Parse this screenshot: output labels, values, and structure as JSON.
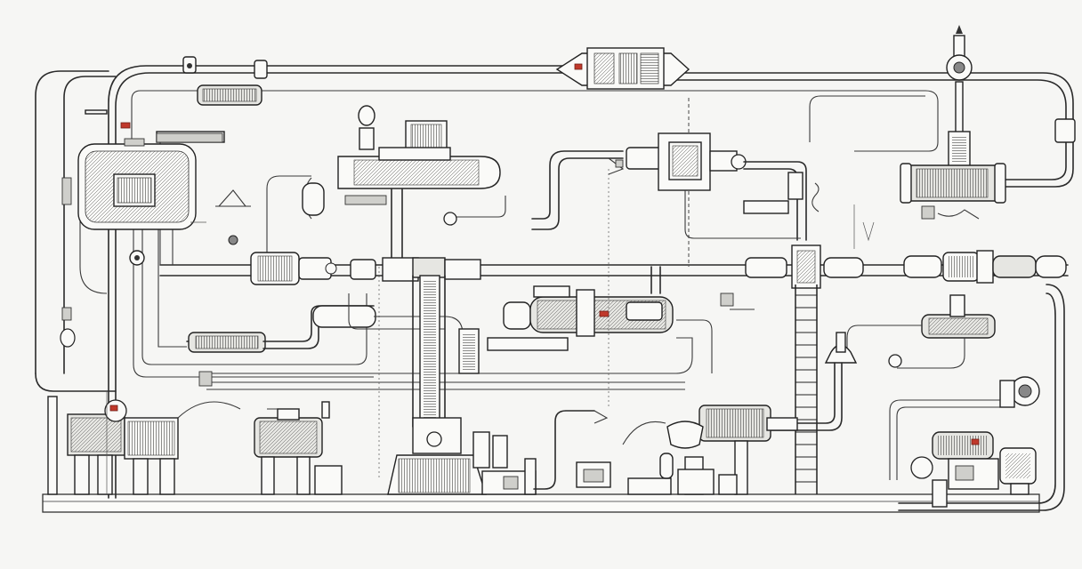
{
  "diagram": {
    "palette": {
      "line": "#2a2a2a",
      "paper": "#f6f6f4",
      "accent_red": "#c0392b",
      "fill_grey": "#cfcfcb"
    },
    "components": [
      {
        "kind": "control-cabinet",
        "icon": "cabinet-icon"
      },
      {
        "kind": "top-reactor-vessel",
        "icon": "vessel-icon"
      },
      {
        "kind": "central-boiler",
        "icon": "boiler-icon"
      },
      {
        "kind": "valve-assembly",
        "icon": "valve-icon"
      },
      {
        "kind": "pressure-tank",
        "icon": "tank-icon"
      },
      {
        "kind": "pump-housing",
        "icon": "pump-icon"
      },
      {
        "kind": "central-tower",
        "icon": "tower-icon"
      },
      {
        "kind": "ladder",
        "icon": "ladder-icon"
      },
      {
        "kind": "walking-robot",
        "icon": "robot-icon"
      },
      {
        "kind": "gear-machine",
        "icon": "gear-icon"
      }
    ]
  }
}
